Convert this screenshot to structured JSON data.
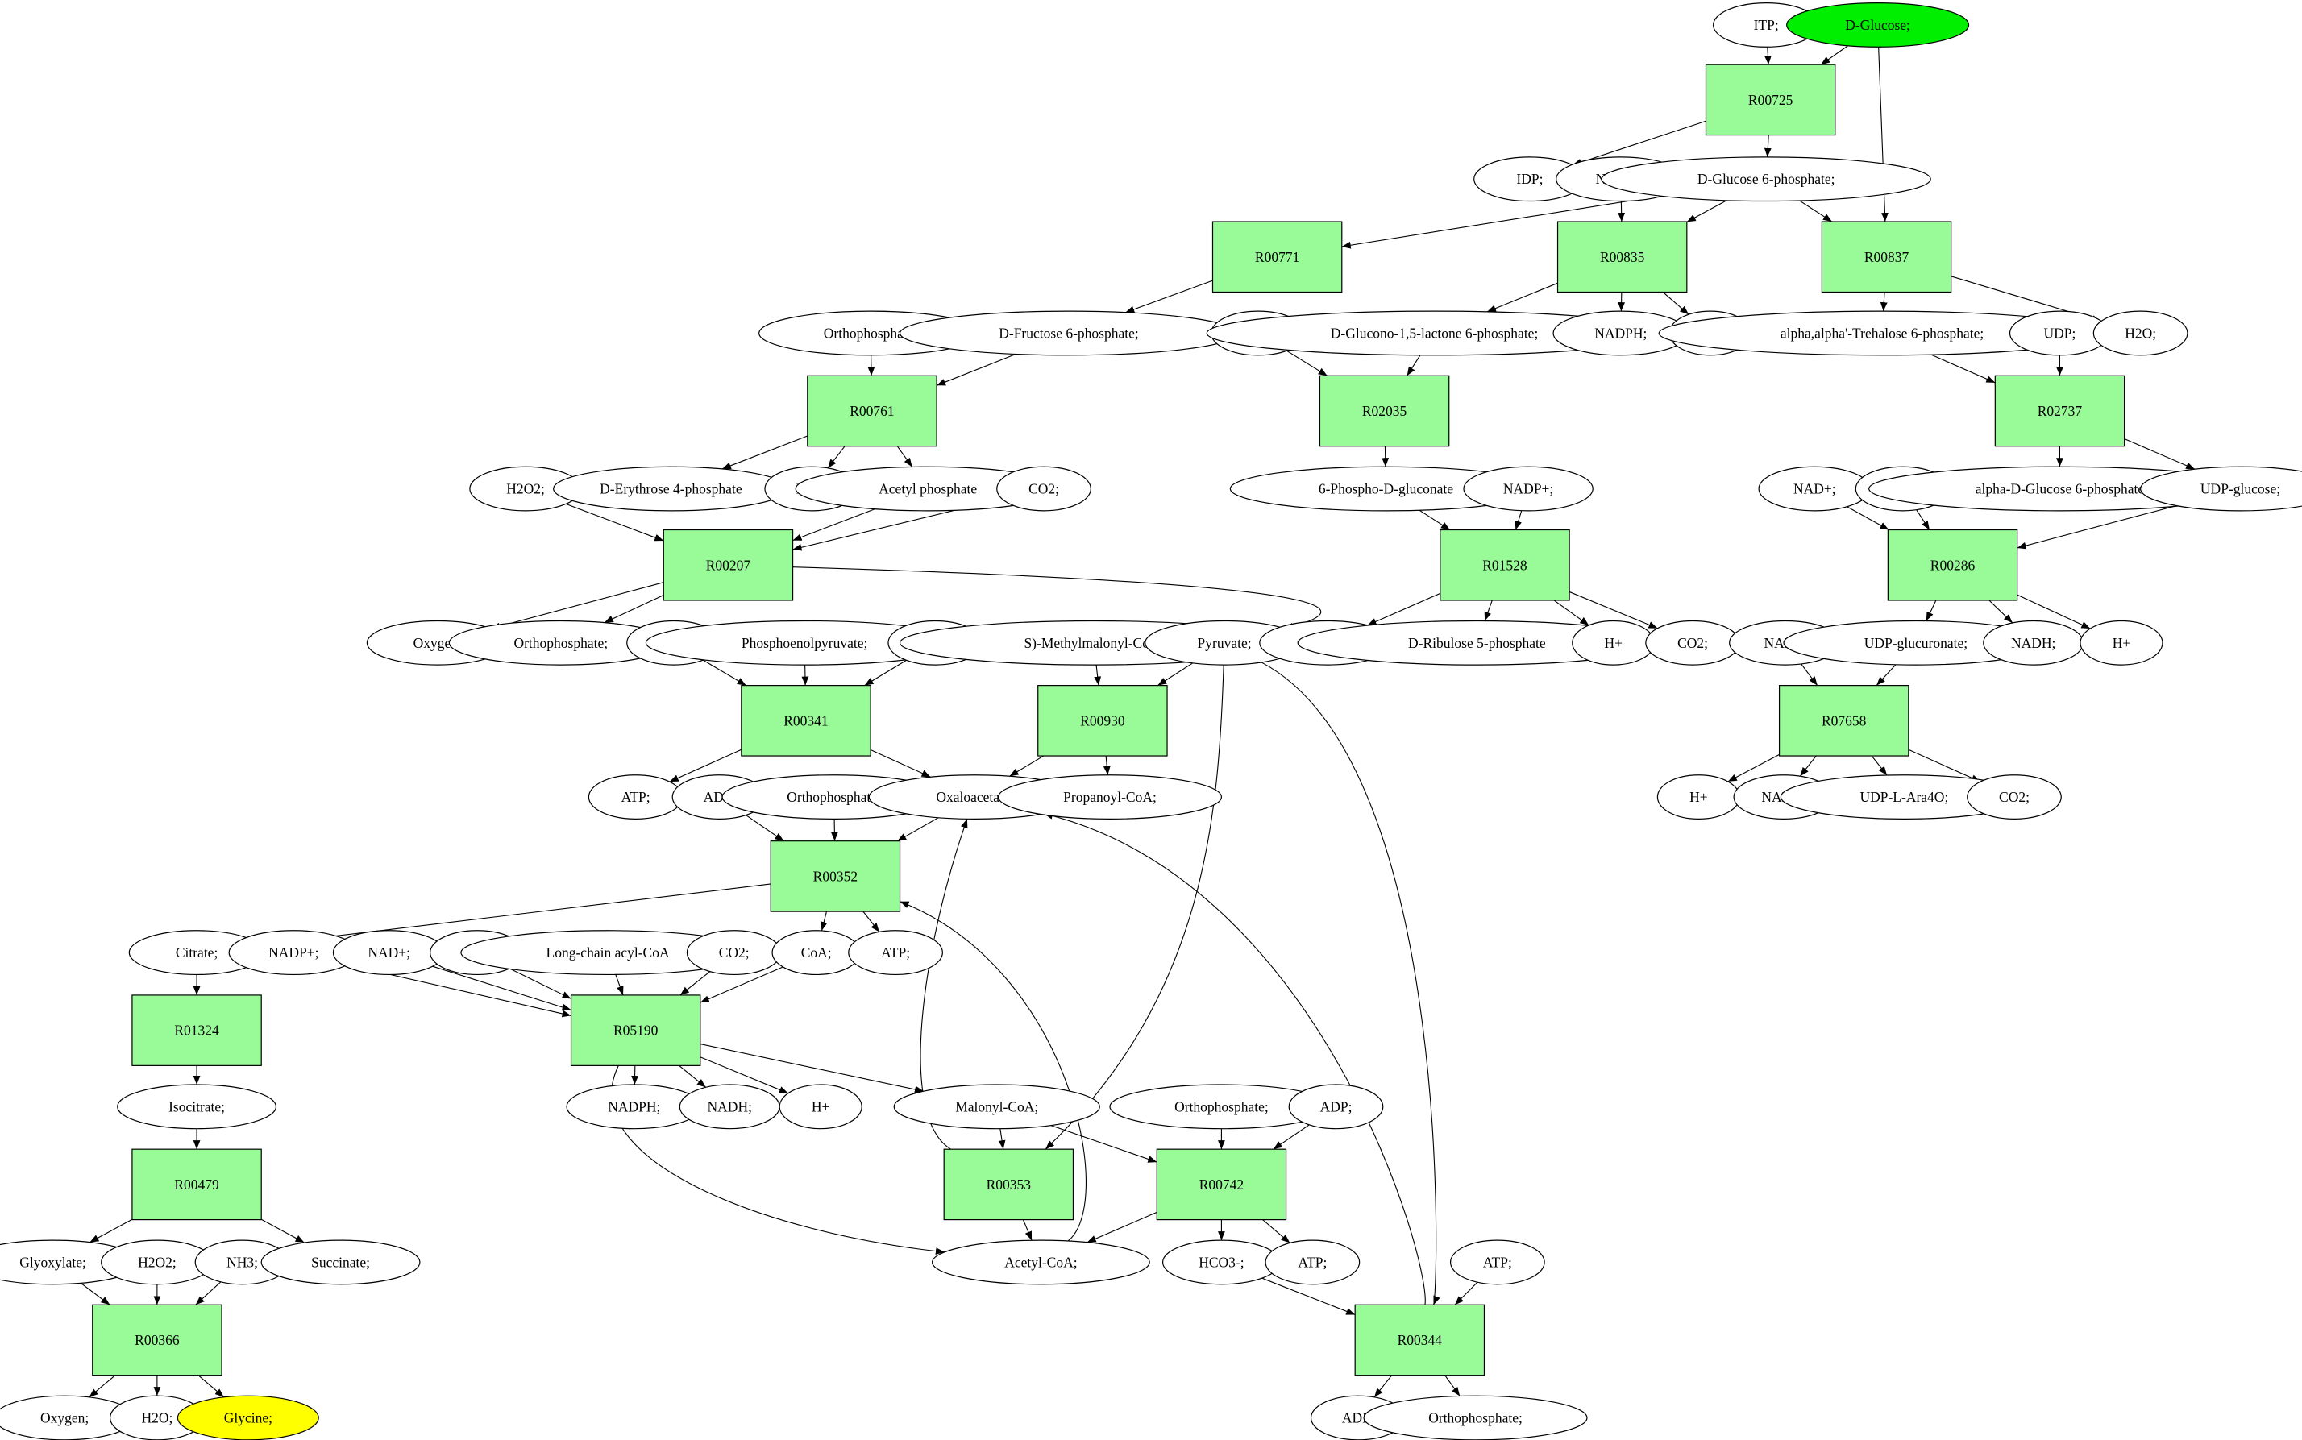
{
  "colors": {
    "reaction_fill": "#98fb98",
    "start_fill": "#00ee00",
    "target_fill": "#ffff00",
    "default_fill": "#ffffff",
    "stroke": "#000000"
  },
  "nodes": [
    {
      "id": "itp",
      "label": "ITP;",
      "shape": "ellipse"
    },
    {
      "id": "dglucose",
      "label": "D-Glucose;",
      "shape": "ellipse",
      "role": "start"
    },
    {
      "id": "r00725",
      "label": "R00725",
      "shape": "box"
    },
    {
      "id": "idp",
      "label": "IDP;",
      "shape": "ellipse"
    },
    {
      "id": "nadpp1",
      "label": "NADP+;",
      "shape": "ellipse"
    },
    {
      "id": "g6p",
      "label": "D-Glucose 6-phosphate;",
      "shape": "ellipse"
    },
    {
      "id": "r00771",
      "label": "R00771",
      "shape": "box"
    },
    {
      "id": "r00835",
      "label": "R00835",
      "shape": "box"
    },
    {
      "id": "r00837",
      "label": "R00837",
      "shape": "box"
    },
    {
      "id": "ortho1",
      "label": "Orthophosphate;",
      "shape": "ellipse"
    },
    {
      "id": "f6p",
      "label": "D-Fructose 6-phosphate;",
      "shape": "ellipse"
    },
    {
      "id": "h2o_a",
      "label": "H2O;",
      "shape": "ellipse"
    },
    {
      "id": "glucono",
      "label": "D-Glucono-1,5-lactone 6-phosphate;",
      "shape": "ellipse"
    },
    {
      "id": "nadph1",
      "label": "NADPH;",
      "shape": "ellipse"
    },
    {
      "id": "hplus1",
      "label": "H+",
      "shape": "ellipse"
    },
    {
      "id": "trehalose",
      "label": "alpha,alpha'-Trehalose 6-phosphate;",
      "shape": "ellipse"
    },
    {
      "id": "udp",
      "label": "UDP;",
      "shape": "ellipse"
    },
    {
      "id": "h2o_b",
      "label": "H2O;",
      "shape": "ellipse"
    },
    {
      "id": "r00761",
      "label": "R00761",
      "shape": "box"
    },
    {
      "id": "r02035",
      "label": "R02035",
      "shape": "box"
    },
    {
      "id": "r02737",
      "label": "R02737",
      "shape": "box"
    },
    {
      "id": "h2o2_1",
      "label": "H2O2;",
      "shape": "ellipse"
    },
    {
      "id": "e4p",
      "label": "D-Erythrose 4-phosphate",
      "shape": "ellipse"
    },
    {
      "id": "h2o_c",
      "label": "H2O;",
      "shape": "ellipse"
    },
    {
      "id": "acetylp",
      "label": "Acetyl phosphate",
      "shape": "ellipse"
    },
    {
      "id": "co2_1",
      "label": "CO2;",
      "shape": "ellipse"
    },
    {
      "id": "pgluconate",
      "label": "6-Phospho-D-gluconate",
      "shape": "ellipse"
    },
    {
      "id": "nadpp2",
      "label": "NADP+;",
      "shape": "ellipse"
    },
    {
      "id": "nadp1",
      "label": "NAD+;",
      "shape": "ellipse"
    },
    {
      "id": "h2o_d",
      "label": "H2O;",
      "shape": "ellipse"
    },
    {
      "id": "a_glc6p",
      "label": "alpha-D-Glucose 6-phosphate",
      "shape": "ellipse"
    },
    {
      "id": "udpglucose",
      "label": "UDP-glucose;",
      "shape": "ellipse"
    },
    {
      "id": "r00207",
      "label": "R00207",
      "shape": "box"
    },
    {
      "id": "r01528",
      "label": "R01528",
      "shape": "box"
    },
    {
      "id": "r00286",
      "label": "R00286",
      "shape": "box"
    },
    {
      "id": "oxygen1",
      "label": "Oxygen;",
      "shape": "ellipse"
    },
    {
      "id": "ortho2",
      "label": "Orthophosphate;",
      "shape": "ellipse"
    },
    {
      "id": "co2_2",
      "label": "CO2;",
      "shape": "ellipse"
    },
    {
      "id": "pep",
      "label": "Phosphoenolpyruvate;",
      "shape": "ellipse"
    },
    {
      "id": "adp1",
      "label": "ADP;",
      "shape": "ellipse"
    },
    {
      "id": "smmcoa",
      "label": "S)-Methylmalonyl-CoA;",
      "shape": "ellipse"
    },
    {
      "id": "pyruvate",
      "label": "Pyruvate;",
      "shape": "ellipse"
    },
    {
      "id": "nadph2",
      "label": "NADPH;",
      "shape": "ellipse"
    },
    {
      "id": "ribulose",
      "label": "D-Ribulose 5-phosphate",
      "shape": "ellipse"
    },
    {
      "id": "hplus2",
      "label": "H+",
      "shape": "ellipse"
    },
    {
      "id": "co2_3",
      "label": "CO2;",
      "shape": "ellipse"
    },
    {
      "id": "nadp2",
      "label": "NAD+;",
      "shape": "ellipse"
    },
    {
      "id": "udpglucur",
      "label": "UDP-glucuronate;",
      "shape": "ellipse"
    },
    {
      "id": "nadh1",
      "label": "NADH;",
      "shape": "ellipse"
    },
    {
      "id": "hplus3",
      "label": "H+",
      "shape": "ellipse"
    },
    {
      "id": "r00341",
      "label": "R00341",
      "shape": "box"
    },
    {
      "id": "r00930",
      "label": "R00930",
      "shape": "box"
    },
    {
      "id": "r07658",
      "label": "R07658",
      "shape": "box"
    },
    {
      "id": "atp1",
      "label": "ATP;",
      "shape": "ellipse"
    },
    {
      "id": "adp2",
      "label": "ADP;",
      "shape": "ellipse"
    },
    {
      "id": "ortho3",
      "label": "Orthophosphate;",
      "shape": "ellipse"
    },
    {
      "id": "oxaloacetate",
      "label": "Oxaloacetate;",
      "shape": "ellipse"
    },
    {
      "id": "propanoyl",
      "label": "Propanoyl-CoA;",
      "shape": "ellipse"
    },
    {
      "id": "hplus4",
      "label": "H+",
      "shape": "ellipse"
    },
    {
      "id": "nadh2",
      "label": "NADH;",
      "shape": "ellipse"
    },
    {
      "id": "udpara",
      "label": "UDP-L-Ara4O;",
      "shape": "ellipse"
    },
    {
      "id": "co2_4",
      "label": "CO2;",
      "shape": "ellipse"
    },
    {
      "id": "r00352",
      "label": "R00352",
      "shape": "box"
    },
    {
      "id": "citrate",
      "label": "Citrate;",
      "shape": "ellipse"
    },
    {
      "id": "nadpp3",
      "label": "NADP+;",
      "shape": "ellipse"
    },
    {
      "id": "nadp3",
      "label": "NAD+;",
      "shape": "ellipse"
    },
    {
      "id": "h2o_e",
      "label": "H2O;",
      "shape": "ellipse"
    },
    {
      "id": "lcacoa",
      "label": "Long-chain acyl-CoA",
      "shape": "ellipse"
    },
    {
      "id": "co2_5",
      "label": "CO2;",
      "shape": "ellipse"
    },
    {
      "id": "coa",
      "label": "CoA;",
      "shape": "ellipse"
    },
    {
      "id": "atp2",
      "label": "ATP;",
      "shape": "ellipse"
    },
    {
      "id": "r01324",
      "label": "R01324",
      "shape": "box"
    },
    {
      "id": "r05190",
      "label": "R05190",
      "shape": "box"
    },
    {
      "id": "isocitrate",
      "label": "Isocitrate;",
      "shape": "ellipse"
    },
    {
      "id": "nadph3",
      "label": "NADPH;",
      "shape": "ellipse"
    },
    {
      "id": "nadh3",
      "label": "NADH;",
      "shape": "ellipse"
    },
    {
      "id": "hplus5",
      "label": "H+",
      "shape": "ellipse"
    },
    {
      "id": "malonylcoa",
      "label": "Malonyl-CoA;",
      "shape": "ellipse"
    },
    {
      "id": "ortho4",
      "label": "Orthophosphate;",
      "shape": "ellipse"
    },
    {
      "id": "adp3",
      "label": "ADP;",
      "shape": "ellipse"
    },
    {
      "id": "r00479",
      "label": "R00479",
      "shape": "box"
    },
    {
      "id": "r00353",
      "label": "R00353",
      "shape": "box"
    },
    {
      "id": "r00742",
      "label": "R00742",
      "shape": "box"
    },
    {
      "id": "glyoxylate",
      "label": "Glyoxylate;",
      "shape": "ellipse"
    },
    {
      "id": "h2o2_2",
      "label": "H2O2;",
      "shape": "ellipse"
    },
    {
      "id": "nh3",
      "label": "NH3;",
      "shape": "ellipse"
    },
    {
      "id": "succinate",
      "label": "Succinate;",
      "shape": "ellipse"
    },
    {
      "id": "acetylcoa",
      "label": "Acetyl-CoA;",
      "shape": "ellipse"
    },
    {
      "id": "hco3",
      "label": "HCO3-;",
      "shape": "ellipse"
    },
    {
      "id": "atp3",
      "label": "ATP;",
      "shape": "ellipse"
    },
    {
      "id": "atp4",
      "label": "ATP;",
      "shape": "ellipse"
    },
    {
      "id": "r00366",
      "label": "R00366",
      "shape": "box"
    },
    {
      "id": "r00344",
      "label": "R00344",
      "shape": "box"
    },
    {
      "id": "oxygen2",
      "label": "Oxygen;",
      "shape": "ellipse"
    },
    {
      "id": "h2o_f",
      "label": "H2O;",
      "shape": "ellipse"
    },
    {
      "id": "glycine",
      "label": "Glycine;",
      "shape": "ellipse",
      "role": "target"
    },
    {
      "id": "adp4",
      "label": "ADP;",
      "shape": "ellipse"
    },
    {
      "id": "ortho5",
      "label": "Orthophosphate;",
      "shape": "ellipse"
    }
  ],
  "edges": [
    [
      "itp",
      "r00725"
    ],
    [
      "dglucose",
      "r00725"
    ],
    [
      "dglucose",
      "r00837"
    ],
    [
      "r00725",
      "idp"
    ],
    [
      "r00725",
      "g6p"
    ],
    [
      "g6p",
      "r00771"
    ],
    [
      "g6p",
      "r00835"
    ],
    [
      "g6p",
      "r00837"
    ],
    [
      "nadpp1",
      "r00835"
    ],
    [
      "r00771",
      "f6p"
    ],
    [
      "ortho1",
      "r00761"
    ],
    [
      "f6p",
      "r00761"
    ],
    [
      "r00835",
      "glucono"
    ],
    [
      "r00835",
      "nadph1"
    ],
    [
      "r00835",
      "hplus1"
    ],
    [
      "r00837",
      "trehalose"
    ],
    [
      "r00837",
      "h2o_b"
    ],
    [
      "h2o_a",
      "r02035"
    ],
    [
      "glucono",
      "r02035"
    ],
    [
      "r02035",
      "pgluconate"
    ],
    [
      "trehalose",
      "r02737"
    ],
    [
      "udp",
      "r02737"
    ],
    [
      "r02737",
      "a_glc6p"
    ],
    [
      "r02737",
      "udpglucose"
    ],
    [
      "r00761",
      "e4p"
    ],
    [
      "r00761",
      "h2o_c"
    ],
    [
      "r00761",
      "acetylp"
    ],
    [
      "h2o2_1",
      "r00207"
    ],
    [
      "acetylp",
      "r00207"
    ],
    [
      "co2_1",
      "r00207"
    ],
    [
      "pgluconate",
      "r01528"
    ],
    [
      "nadpp2",
      "r01528"
    ],
    [
      "r01528",
      "nadph2"
    ],
    [
      "r01528",
      "ribulose"
    ],
    [
      "r01528",
      "hplus2"
    ],
    [
      "r01528",
      "co2_3"
    ],
    [
      "nadp1",
      "r00286"
    ],
    [
      "h2o_d",
      "r00286"
    ],
    [
      "udpglucose",
      "r00286"
    ],
    [
      "r00286",
      "udpglucur"
    ],
    [
      "r00286",
      "nadh1"
    ],
    [
      "r00286",
      "hplus3"
    ],
    [
      "r00207",
      "oxygen1"
    ],
    [
      "r00207",
      "ortho2"
    ],
    [
      "r00207",
      "pyruvate"
    ],
    [
      "co2_2",
      "r00341"
    ],
    [
      "pep",
      "r00341"
    ],
    [
      "adp1",
      "r00341"
    ],
    [
      "r00341",
      "atp1"
    ],
    [
      "r00341",
      "oxaloacetate"
    ],
    [
      "smmcoa",
      "r00930"
    ],
    [
      "pyruvate",
      "r00930"
    ],
    [
      "r00930",
      "oxaloacetate"
    ],
    [
      "r00930",
      "propanoyl"
    ],
    [
      "nadp2",
      "r07658"
    ],
    [
      "udpglucur",
      "r07658"
    ],
    [
      "r07658",
      "hplus4"
    ],
    [
      "r07658",
      "nadh2"
    ],
    [
      "r07658",
      "udpara"
    ],
    [
      "r07658",
      "co2_4"
    ],
    [
      "adp2",
      "r00352"
    ],
    [
      "ortho3",
      "r00352"
    ],
    [
      "oxaloacetate",
      "r00352"
    ],
    [
      "r00352",
      "citrate"
    ],
    [
      "r00352",
      "coa"
    ],
    [
      "r00352",
      "atp2"
    ],
    [
      "citrate",
      "r01324"
    ],
    [
      "r01324",
      "isocitrate"
    ],
    [
      "nadpp3",
      "r05190"
    ],
    [
      "nadp3",
      "r05190"
    ],
    [
      "h2o_e",
      "r05190"
    ],
    [
      "lcacoa",
      "r05190"
    ],
    [
      "co2_5",
      "r05190"
    ],
    [
      "coa",
      "r05190"
    ],
    [
      "r05190",
      "nadph3"
    ],
    [
      "r05190",
      "nadh3"
    ],
    [
      "r05190",
      "hplus5"
    ],
    [
      "r05190",
      "malonylcoa"
    ],
    [
      "r05190",
      "acetylcoa"
    ],
    [
      "isocitrate",
      "r00479"
    ],
    [
      "r00479",
      "glyoxylate"
    ],
    [
      "r00479",
      "succinate"
    ],
    [
      "pyruvate",
      "r00353"
    ],
    [
      "malonylcoa",
      "r00353"
    ],
    [
      "r00353",
      "acetylcoa"
    ],
    [
      "r00353",
      "oxaloacetate"
    ],
    [
      "acetylcoa",
      "r00352"
    ],
    [
      "malonylcoa",
      "r00742"
    ],
    [
      "ortho4",
      "r00742"
    ],
    [
      "adp3",
      "r00742"
    ],
    [
      "r00742",
      "acetylcoa"
    ],
    [
      "r00742",
      "hco3"
    ],
    [
      "r00742",
      "atp3"
    ],
    [
      "pyruvate",
      "r00344"
    ],
    [
      "hco3",
      "r00344"
    ],
    [
      "atp4",
      "r00344"
    ],
    [
      "r00344",
      "oxaloacetate"
    ],
    [
      "r00344",
      "adp4"
    ],
    [
      "r00344",
      "ortho5"
    ],
    [
      "glyoxylate",
      "r00366"
    ],
    [
      "h2o2_2",
      "r00366"
    ],
    [
      "nh3",
      "r00366"
    ],
    [
      "r00366",
      "oxygen2"
    ],
    [
      "r00366",
      "h2o_f"
    ],
    [
      "r00366",
      "glycine"
    ]
  ]
}
